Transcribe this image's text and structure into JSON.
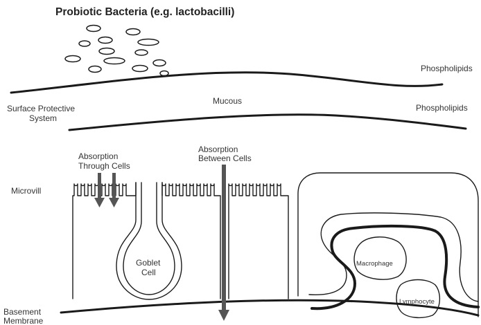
{
  "colors": {
    "stroke": "#1a1a1a",
    "arrow": "#555555",
    "text": "#333333",
    "background": "#ffffff"
  },
  "labels": {
    "title": "Probiotic Bacteria (e.g. lactobacilli)",
    "phospholipids_top": "Phospholipids",
    "phospholipids_bottom": "Phospholipids",
    "mucous": "Mucous",
    "surface_line1": "Surface Protective",
    "surface_line2": "System",
    "microvill": "Microvill",
    "basement_line1": "Basement",
    "basement_line2": "Membrane",
    "absorption_cells_line1": "Absorption",
    "absorption_cells_line2": "Through Cells",
    "absorption_between_line1": "Absorption",
    "absorption_between_line2": "Between Cells",
    "goblet_line1": "Goblet",
    "goblet_line2": "Cell",
    "macrophage": "Macrophage",
    "lymphocyte": "Lymphocyte"
  },
  "bacteria_count": 13
}
